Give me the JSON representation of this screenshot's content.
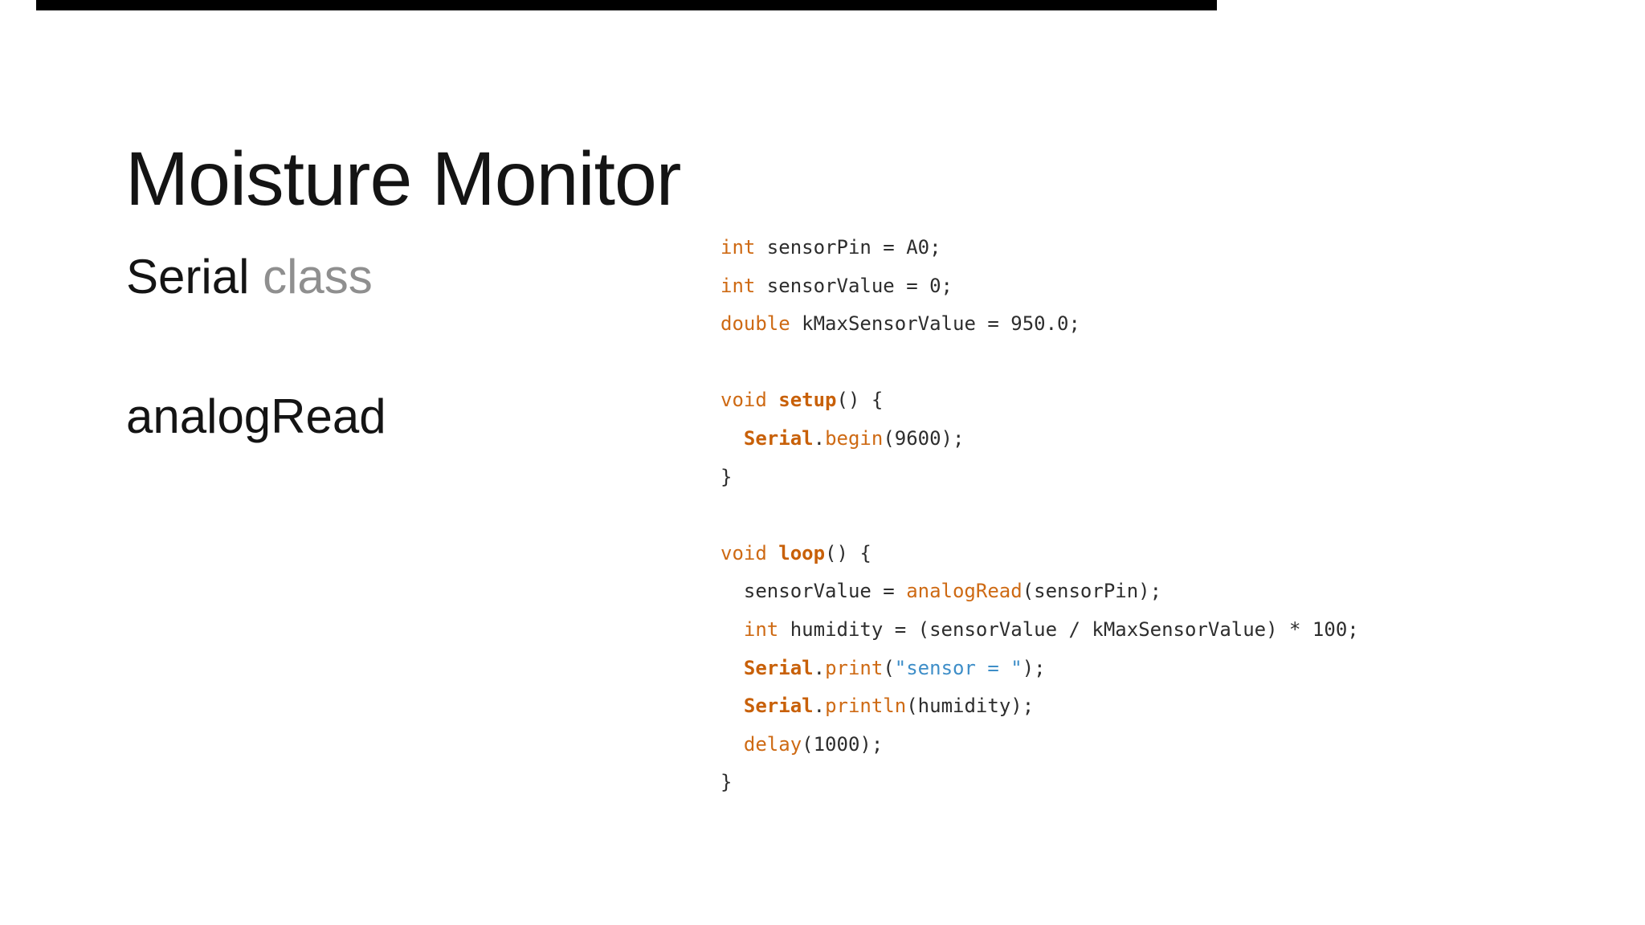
{
  "slide": {
    "title": "Moisture Monitor",
    "bullets": [
      {
        "main": "Serial",
        "sub": " class"
      },
      {
        "main": "analogRead",
        "sub": ""
      }
    ]
  },
  "colors": {
    "keyword_orange": "#ce6a14",
    "bold_orange": "#c86008",
    "string_blue": "#3e8ec8",
    "code_plain": "#2d2d2d",
    "muted_gray": "#8f8f8f",
    "text_black": "#141414",
    "top_bar": "#000000"
  },
  "code": {
    "language": "arduino-c",
    "lines": [
      [
        {
          "t": "int",
          "s": "kw"
        },
        {
          "t": " sensorPin = A0;",
          "s": "pl"
        }
      ],
      [
        {
          "t": "int",
          "s": "kw"
        },
        {
          "t": " sensorValue = 0;",
          "s": "pl"
        }
      ],
      [
        {
          "t": "double",
          "s": "kw"
        },
        {
          "t": " kMaxSensorValue = 950.0;",
          "s": "pl"
        }
      ],
      [],
      [
        {
          "t": "void",
          "s": "kw"
        },
        {
          "t": " ",
          "s": "pl"
        },
        {
          "t": "setup",
          "s": "kwb"
        },
        {
          "t": "() {",
          "s": "pl"
        }
      ],
      [
        {
          "t": "  ",
          "s": "pl"
        },
        {
          "t": "Serial",
          "s": "kwb"
        },
        {
          "t": ".",
          "s": "pl"
        },
        {
          "t": "begin",
          "s": "kw"
        },
        {
          "t": "(9600);",
          "s": "pl"
        }
      ],
      [
        {
          "t": "}",
          "s": "pl"
        }
      ],
      [],
      [
        {
          "t": "void",
          "s": "kw"
        },
        {
          "t": " ",
          "s": "pl"
        },
        {
          "t": "loop",
          "s": "kwb"
        },
        {
          "t": "() {",
          "s": "pl"
        }
      ],
      [
        {
          "t": "  sensorValue = ",
          "s": "pl"
        },
        {
          "t": "analogRead",
          "s": "kw"
        },
        {
          "t": "(sensorPin);",
          "s": "pl"
        }
      ],
      [
        {
          "t": "  ",
          "s": "pl"
        },
        {
          "t": "int",
          "s": "kw"
        },
        {
          "t": " humidity = (sensorValue / kMaxSensorValue) * 100;",
          "s": "pl"
        }
      ],
      [
        {
          "t": "  ",
          "s": "pl"
        },
        {
          "t": "Serial",
          "s": "kwb"
        },
        {
          "t": ".",
          "s": "pl"
        },
        {
          "t": "print",
          "s": "kw"
        },
        {
          "t": "(",
          "s": "pl"
        },
        {
          "t": "\"sensor = \"",
          "s": "str"
        },
        {
          "t": ");",
          "s": "pl"
        }
      ],
      [
        {
          "t": "  ",
          "s": "pl"
        },
        {
          "t": "Serial",
          "s": "kwb"
        },
        {
          "t": ".",
          "s": "pl"
        },
        {
          "t": "println",
          "s": "kw"
        },
        {
          "t": "(humidity);",
          "s": "pl"
        }
      ],
      [
        {
          "t": "  ",
          "s": "pl"
        },
        {
          "t": "delay",
          "s": "kw"
        },
        {
          "t": "(1000);",
          "s": "pl"
        }
      ],
      [
        {
          "t": "}",
          "s": "pl"
        }
      ]
    ]
  }
}
